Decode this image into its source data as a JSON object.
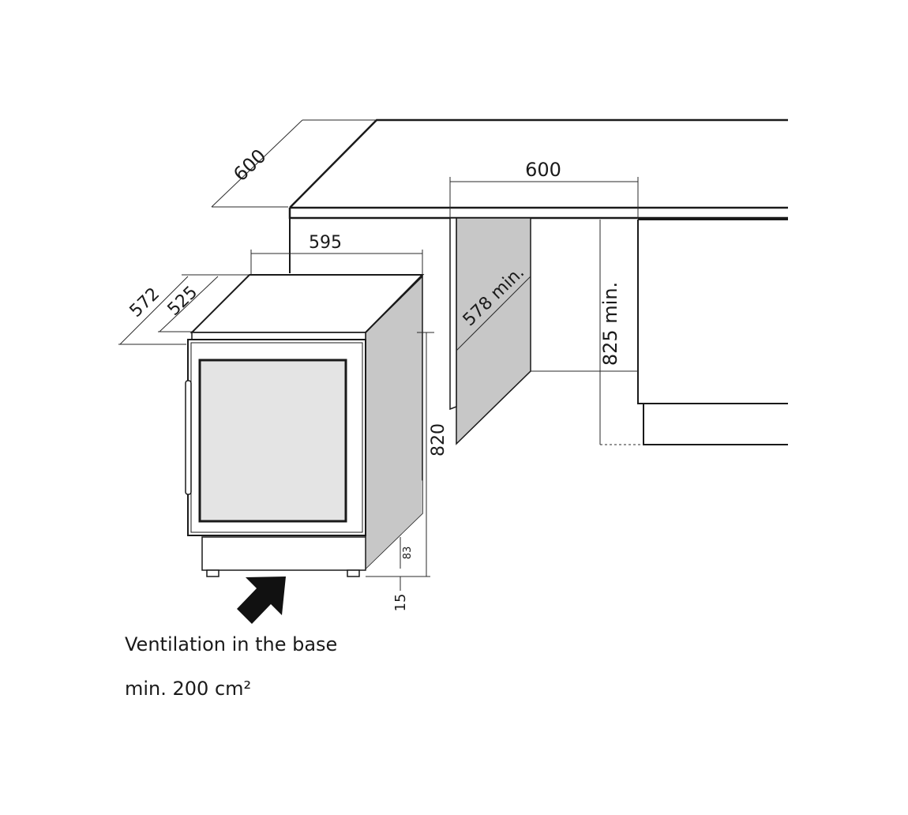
{
  "dimensions": {
    "countertop_depth": "600",
    "niche_width": "600",
    "appliance_width": "595",
    "appliance_depth": "572",
    "appliance_depth_without_door": "525",
    "niche_depth_min": "578 min.",
    "niche_height_min": "825 min.",
    "appliance_height": "820",
    "base_height": "83",
    "feet_height": "15"
  },
  "caption": {
    "line1": "Ventilation in the base",
    "line2": "min. 200 cm²"
  }
}
